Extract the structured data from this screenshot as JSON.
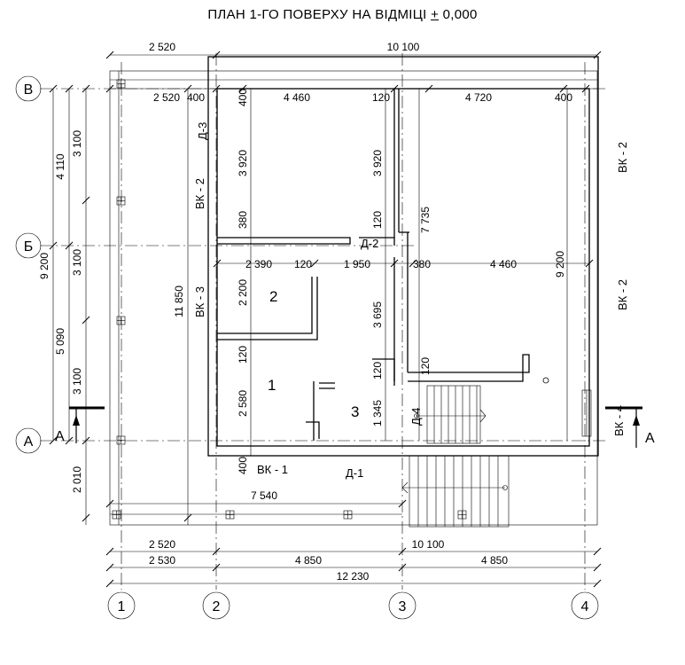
{
  "title": {
    "prefix": "ПЛАН 1-ГО ПОВЕРХУ НА ВІДМІЦІ",
    "plusminus": "+",
    "value": "0,000"
  },
  "axes": {
    "rows": [
      "В",
      "Б",
      "А"
    ],
    "cols": [
      "1",
      "2",
      "3",
      "4"
    ]
  },
  "rooms": [
    "1",
    "2",
    "3"
  ],
  "labels": {
    "vk1": "ВК - 1",
    "vk2_left": "ВК - 2",
    "vk3": "ВК - 3",
    "vk2_right_top": "ВК - 2",
    "vk2_right_mid": "ВК - 2",
    "vk4": "ВК - 4",
    "d1": "Д-1",
    "d2": "Д-2",
    "d3": "Д-3",
    "d4": "Д-4",
    "section_left": "А",
    "section_right": "А"
  },
  "dims": {
    "top_2520": "2 520",
    "top_10100": "10 100",
    "row2_2520": "2 520",
    "row2_400a": "400",
    "row2_4460": "4 460",
    "row2_120": "120",
    "row2_4720": "4 720",
    "row2_400b": "400",
    "left_4110": "4 110",
    "left_9200": "9 200",
    "left_5090": "5 090",
    "left_3100a": "3 100",
    "left_3100b": "3 100",
    "left_3100c": "3 100",
    "left_2010": "2 010",
    "v_11850": "11 850",
    "v_400": "400",
    "v_3920a": "3 920",
    "v_380": "380",
    "v_2200": "2 200",
    "v_120a": "120",
    "v_2580": "2 580",
    "v_400b": "400",
    "v_3920b": "3 920",
    "v_120b": "120",
    "v_7735": "7 735",
    "v_3695": "3 695",
    "v_120c": "120",
    "v_120d": "120",
    "v_1345": "1 345",
    "v_9200r": "9 200",
    "mid_2390": "2 390",
    "mid_120": "120",
    "mid_1950": "1 950",
    "mid_380": "380",
    "mid_4460": "4 460",
    "bot_7540": "7 540",
    "bot_2520": "2 520",
    "bot_10100": "10 100",
    "bot_2530": "2 530",
    "bot_4850a": "4 850",
    "bot_4850b": "4 850",
    "bot_12230": "12 230"
  }
}
